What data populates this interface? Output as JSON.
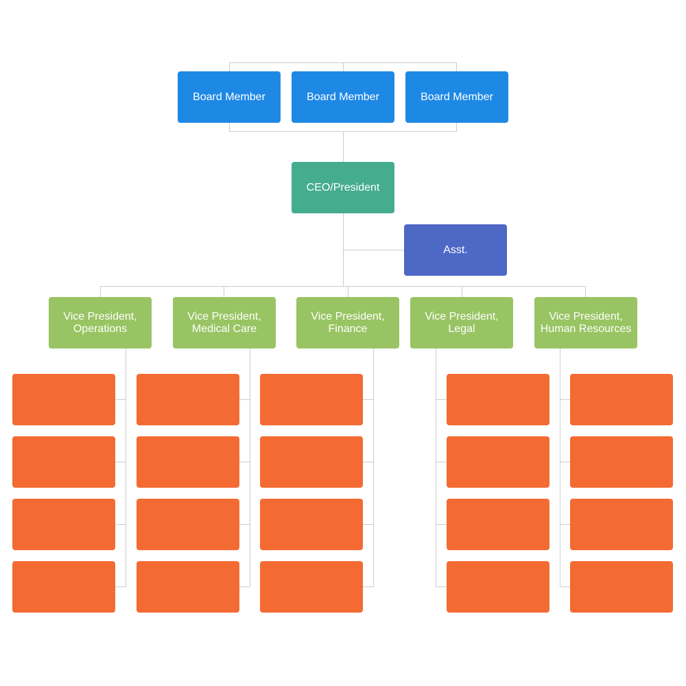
{
  "colors": {
    "board": "#1E88E5",
    "ceo": "#45AD8E",
    "assistant": "#4E68C6",
    "vice_president": "#99C463",
    "staff": "#F36B33",
    "connector": "#CCCCCC"
  },
  "board_members": [
    {
      "label": "Board Member"
    },
    {
      "label": "Board Member"
    },
    {
      "label": "Board Member"
    }
  ],
  "ceo": {
    "label": "CEO/President"
  },
  "assistant": {
    "label": "Asst."
  },
  "vice_presidents": [
    {
      "label": "Vice President,\nOperations",
      "staff": [
        "",
        "",
        "",
        ""
      ]
    },
    {
      "label": "Vice President,\nMedical Care",
      "staff": [
        "",
        "",
        "",
        ""
      ]
    },
    {
      "label": "Vice President,\nFinance",
      "staff": [
        "",
        "",
        "",
        ""
      ]
    },
    {
      "label": "Vice President,\nLegal",
      "staff": [
        "",
        "",
        "",
        ""
      ]
    },
    {
      "label": "Vice President,\nHuman Resources",
      "staff": [
        "",
        "",
        "",
        ""
      ]
    }
  ]
}
